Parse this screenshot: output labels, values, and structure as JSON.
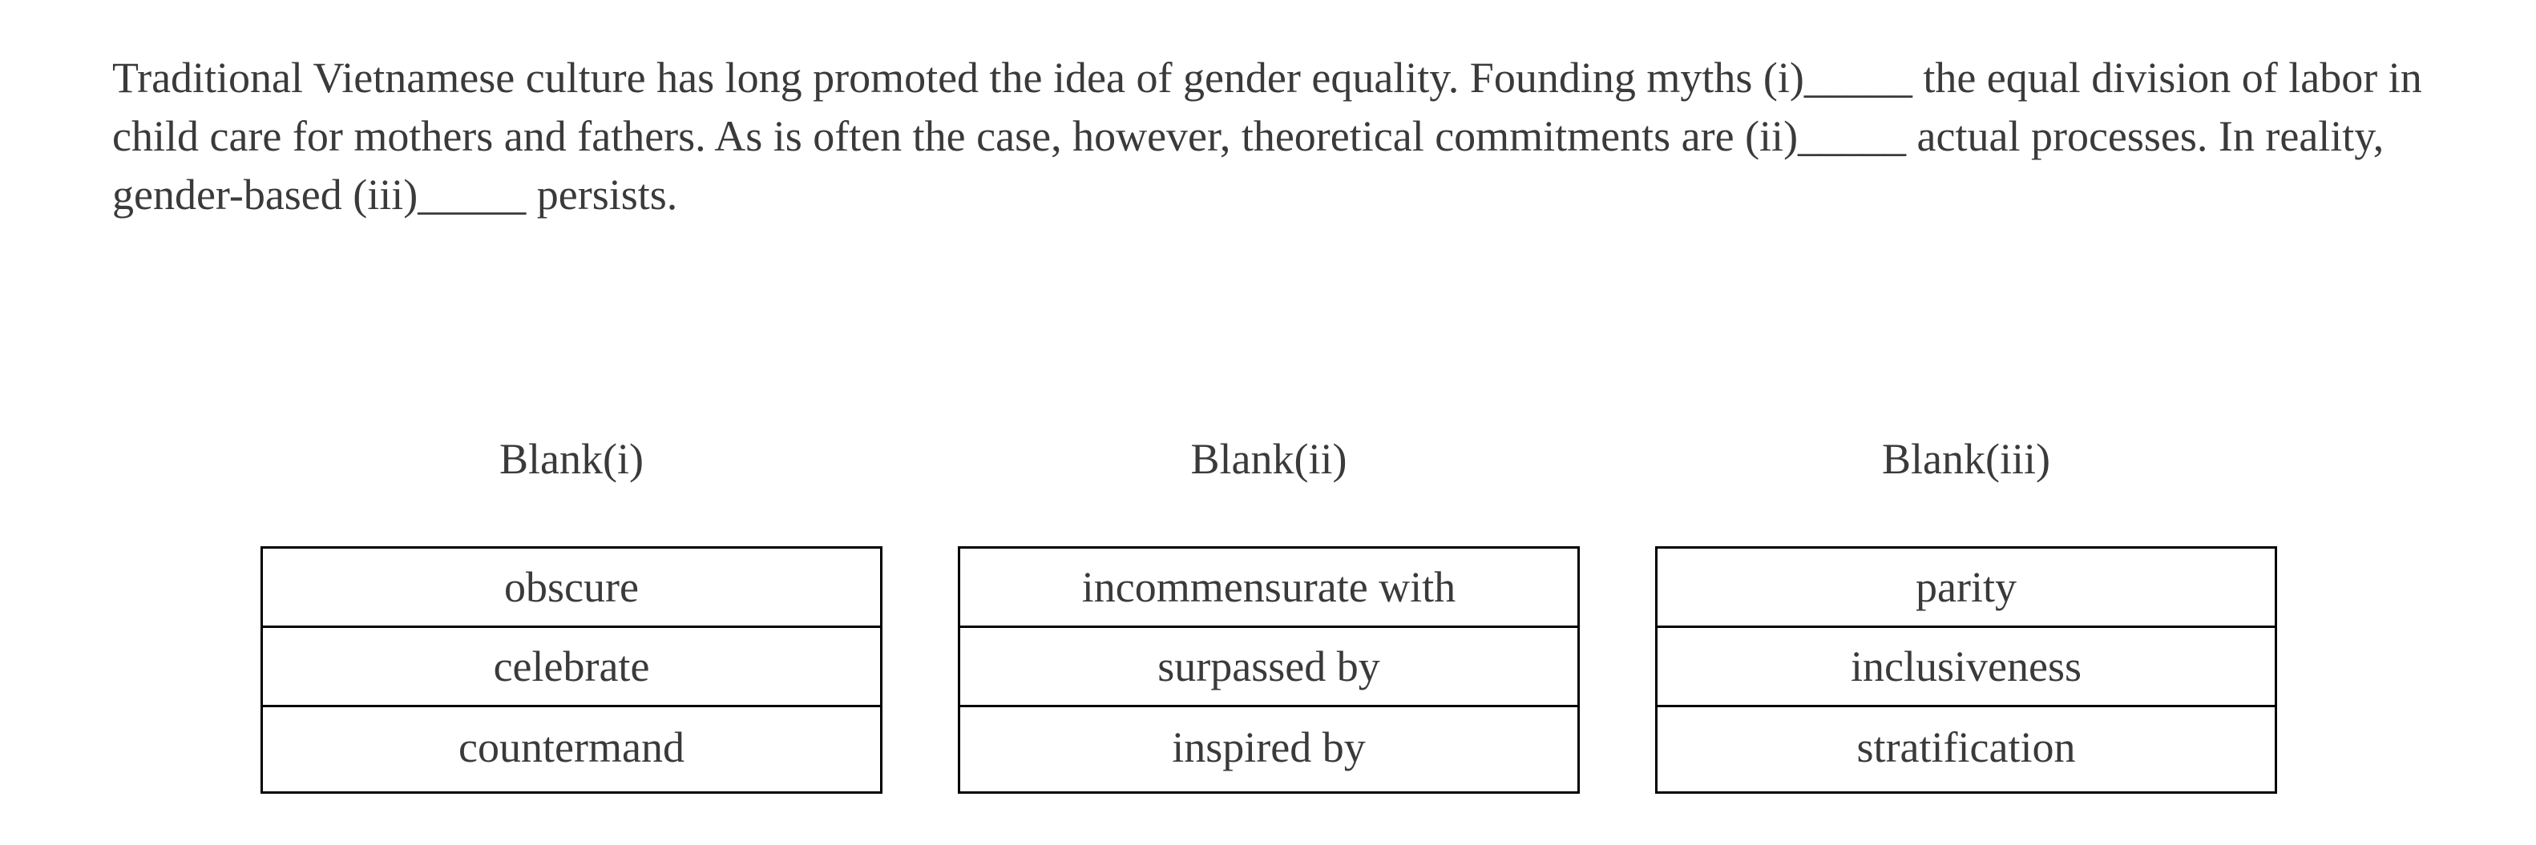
{
  "passage": {
    "lines": [
      {
        "pre": "Traditional Vietnamese culture has long promoted the idea of gender equality. Founding myths (i)",
        "blank": "_____",
        "post": " the equal division of labor in"
      },
      {
        "pre": "child care for mothers and fathers. As is often the case, however, theoretical commitments are (ii)",
        "blank": "_____",
        "post": " actual processes. In reality,"
      },
      {
        "pre": "gender-based (iii)",
        "blank": "_____",
        "post": " persists."
      }
    ]
  },
  "columns": [
    {
      "header": "Blank(i)",
      "options": [
        "obscure",
        "celebrate",
        "countermand"
      ]
    },
    {
      "header": "Blank(ii)",
      "options": [
        "incommensurate with",
        "surpassed by",
        "inspired by"
      ]
    },
    {
      "header": "Blank(iii)",
      "options": [
        "parity",
        "inclusiveness",
        "stratification"
      ]
    }
  ],
  "colors": {
    "text": "#3a3a3a",
    "border": "#000000",
    "background": "#ffffff"
  }
}
